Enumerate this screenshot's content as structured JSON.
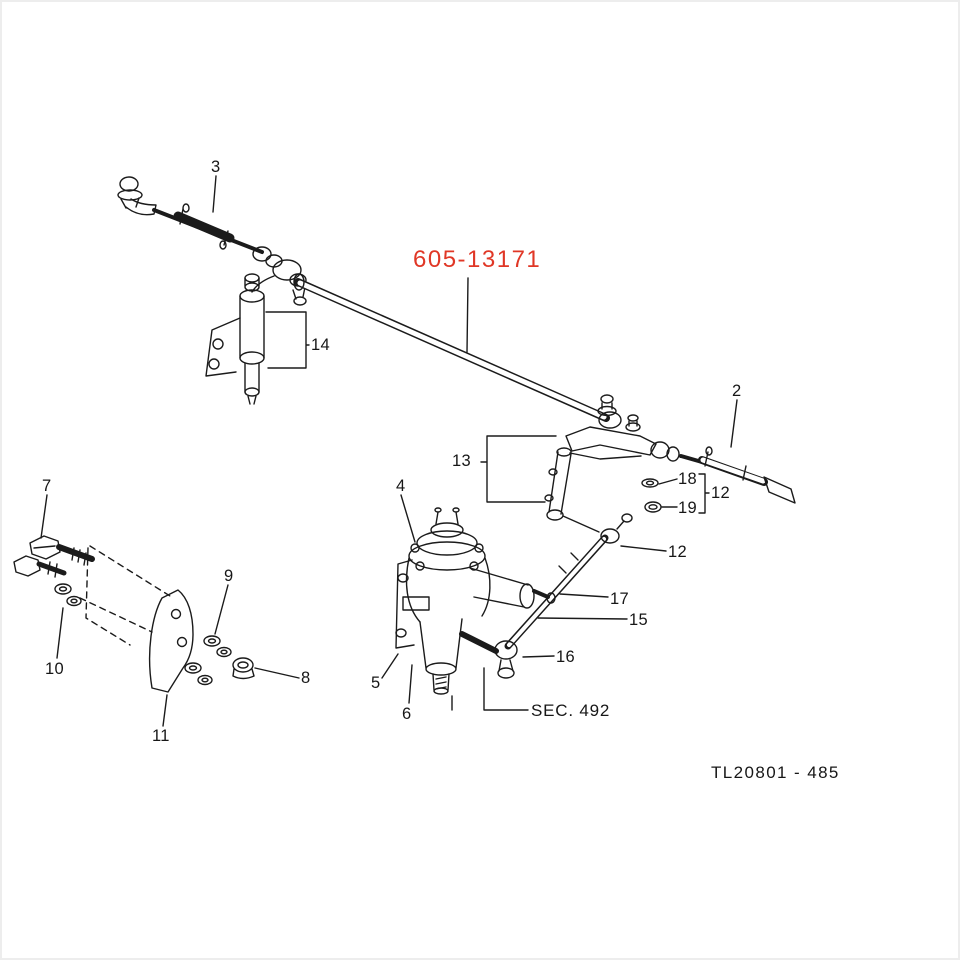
{
  "diagram": {
    "title_part_number": "605-13171",
    "section_ref": "SEC. 492",
    "sheet_code": "TL20801 - 485",
    "accent_color": "#e03726",
    "line_color": "#1b1b1b",
    "callouts": [
      {
        "label": "3"
      },
      {
        "label": "14"
      },
      {
        "label": "2"
      },
      {
        "label": "13"
      },
      {
        "label": "18"
      },
      {
        "label": "12"
      },
      {
        "label": "19"
      },
      {
        "label": "12"
      },
      {
        "label": "7"
      },
      {
        "label": "4"
      },
      {
        "label": "9"
      },
      {
        "label": "17"
      },
      {
        "label": "15"
      },
      {
        "label": "16"
      },
      {
        "label": "10"
      },
      {
        "label": "8"
      },
      {
        "label": "5"
      },
      {
        "label": "6"
      },
      {
        "label": "11"
      }
    ]
  }
}
